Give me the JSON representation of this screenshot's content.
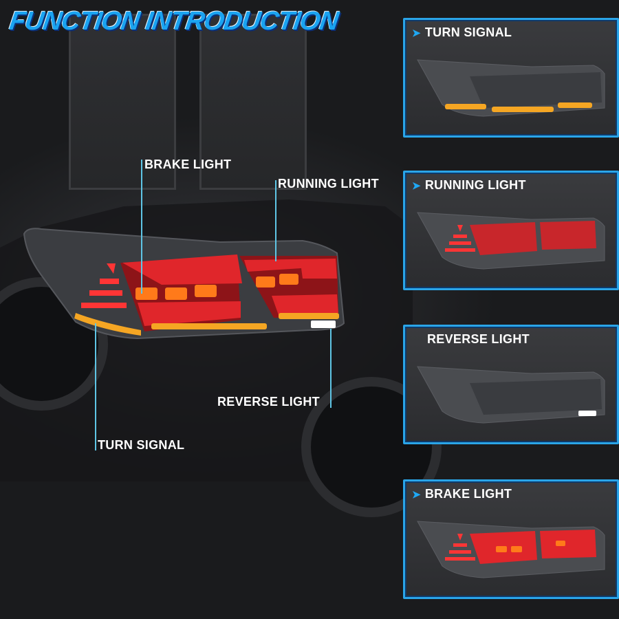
{
  "header": {
    "title": "FUNCTION INTRODUCTION"
  },
  "callouts": {
    "brake": "BRAKE LIGHT",
    "running": "RUNNING LIGHT",
    "reverse": "REVERSE LIGHT",
    "turn": "TURN SIGNAL"
  },
  "panels": [
    {
      "label": "TURN SIGNAL",
      "icon": "chevron-right-icon"
    },
    {
      "label": "RUNNING LIGHT",
      "icon": "chevron-right-icon"
    },
    {
      "label": "REVERSE LIGHT"
    },
    {
      "label": "BRAKE LIGHT",
      "icon": "chevron-right-icon"
    }
  ],
  "colors": {
    "accent": "#1aa3f0",
    "brake_red": "#e0262b",
    "amber": "#f5a623",
    "reverse_white": "#ffffff",
    "frame": "#2aa5e8"
  }
}
